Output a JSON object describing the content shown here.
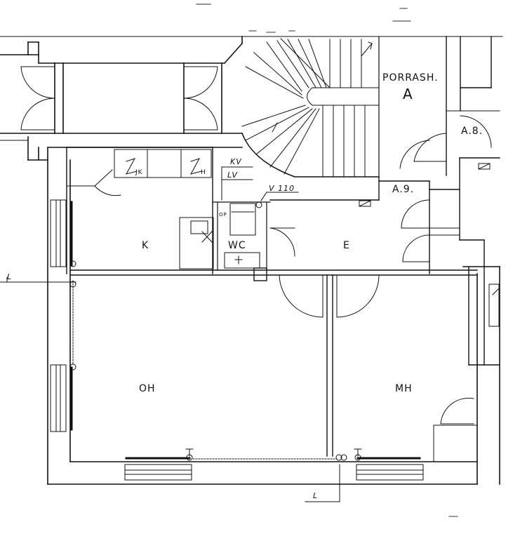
{
  "stairwell": {
    "name": "PORRASH.",
    "letter": "A"
  },
  "apartments": {
    "a8": "A.8.",
    "a9": "A.9."
  },
  "rooms": {
    "kitchen": "K",
    "toilet": "WC",
    "hall": "E",
    "living": "OH",
    "bedroom": "MH"
  },
  "fixtures": {
    "jk": "JK",
    "h": "H",
    "kv": "KV",
    "lv": "LV",
    "v110": "V 110",
    "op": "OP"
  },
  "section_marks": {
    "left": "L",
    "bottom": "L"
  }
}
